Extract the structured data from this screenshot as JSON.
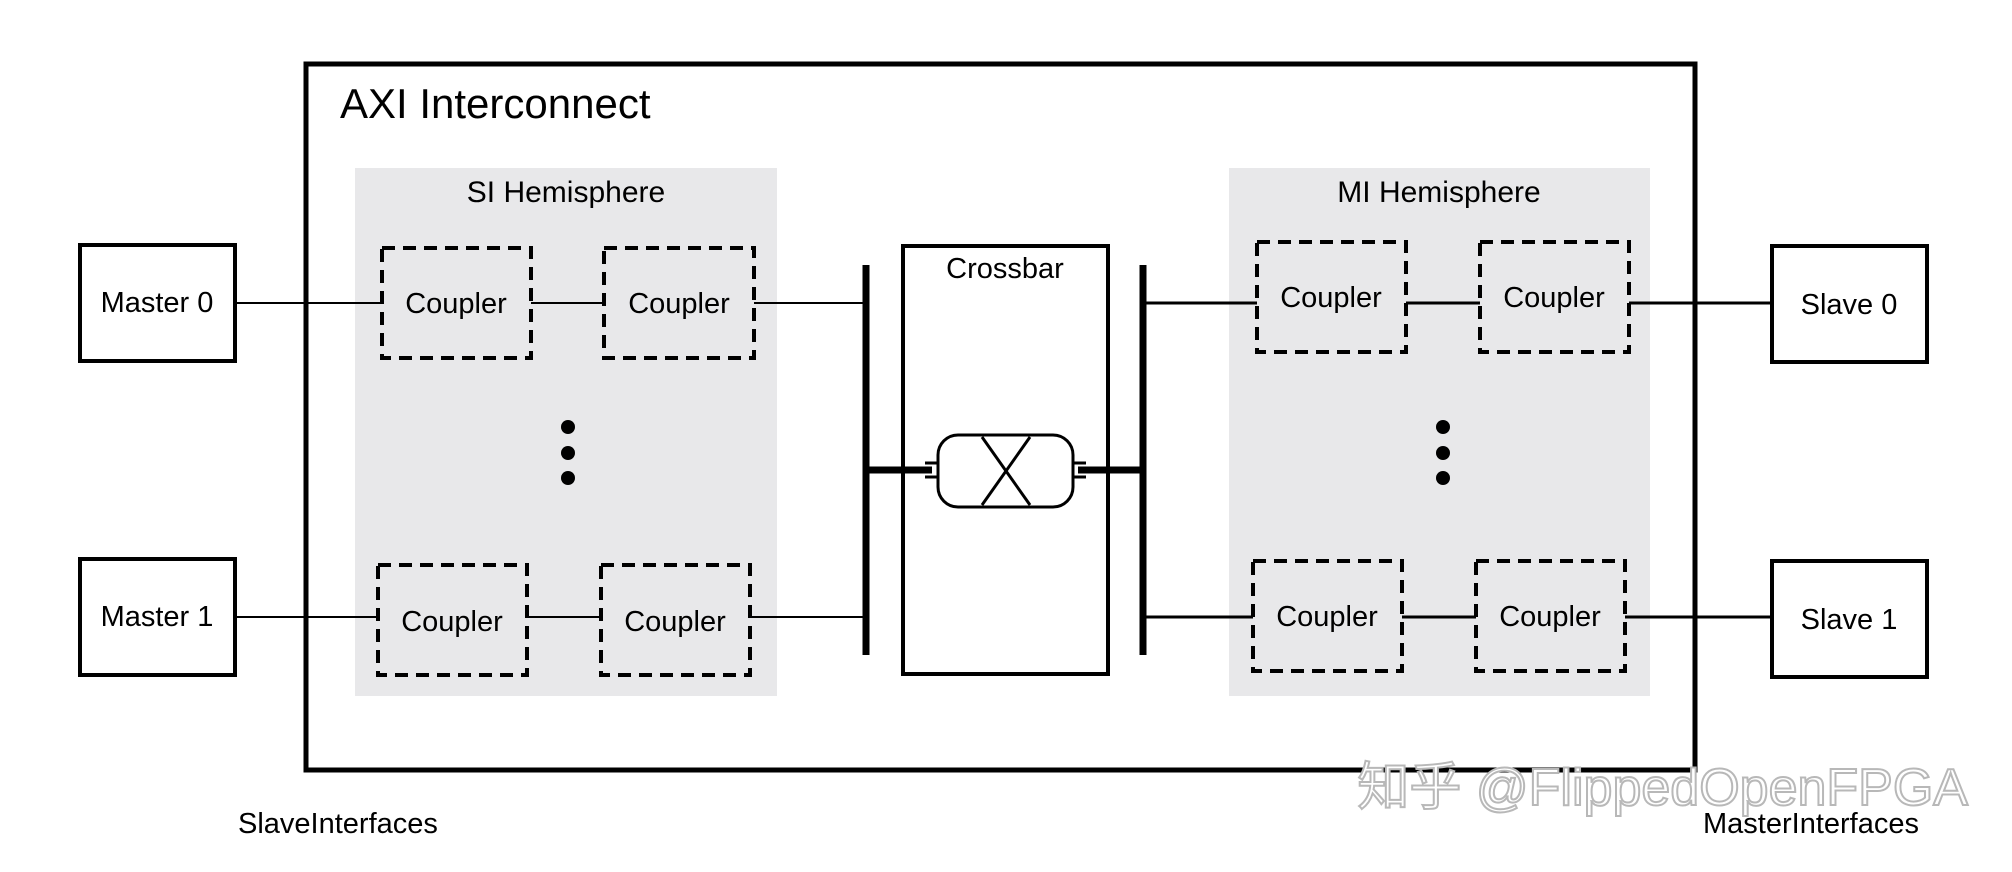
{
  "title": "AXI Interconnect",
  "si_hemisphere": {
    "label": "SI Hemisphere",
    "couplers": [
      "Coupler",
      "Coupler",
      "Coupler",
      "Coupler"
    ]
  },
  "mi_hemisphere": {
    "label": "MI Hemisphere",
    "couplers": [
      "Coupler",
      "Coupler",
      "Coupler",
      "Coupler"
    ]
  },
  "crossbar": {
    "label": "Crossbar"
  },
  "masters": [
    "Master 0",
    "Master 1"
  ],
  "slaves": [
    "Slave 0",
    "Slave 1"
  ],
  "footer": {
    "left_caption": "SlaveInterfaces",
    "right_caption": "MasterInterfaces"
  },
  "watermark": "知乎 @FlippedOpenFPGA",
  "colors": {
    "stroke": "#000000",
    "hemisphere_fill": "#e8e8ea",
    "background": "#ffffff",
    "watermark": "#cfcfcf"
  }
}
